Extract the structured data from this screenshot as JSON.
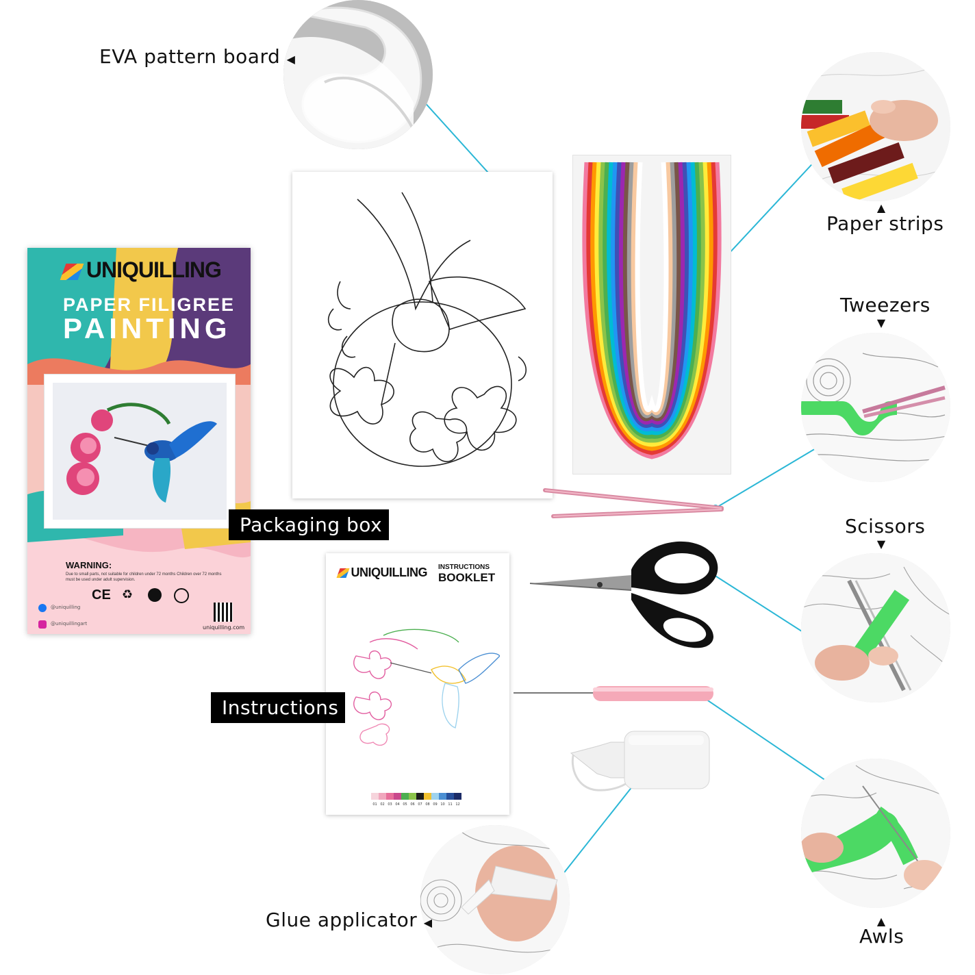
{
  "labels": {
    "eva": "EVA pattern board",
    "paper_strips": "Paper strips",
    "tweezers": "Tweezers",
    "scissors": "Scissors",
    "packaging": "Packaging box",
    "instructions": "Instructions",
    "glue": "Glue applicator",
    "awls": "Awls"
  },
  "box": {
    "brand": "UNIQUILLING",
    "title1": "PAPER FILIGREE",
    "title2": "PAINTING",
    "warning_title": "WARNING:",
    "warning_text": "Due to small parts, not suitable for children under 72 months Children over 72 months must be used under adult supervision.",
    "cert_marks": "CE",
    "social1": "@uniquilling",
    "social2": "@uniquillingart",
    "website": "uniquilling.com"
  },
  "booklet": {
    "brand": "UNIQUILLING",
    "heading_small": "INSTRUCTIONS",
    "heading_large": "BOOKLET",
    "color_codes": [
      "01",
      "02",
      "03",
      "04",
      "05",
      "06",
      "07",
      "08",
      "09",
      "10",
      "11",
      "12"
    ],
    "swatches": [
      "#f6d4dc",
      "#f0a7bd",
      "#e76f9a",
      "#c9498c",
      "#4caf50",
      "#8bc34a",
      "#1c1c1c",
      "#f2c12e",
      "#9ed3ee",
      "#4b8fd3",
      "#274f9a",
      "#1b2b66"
    ]
  },
  "colors": {
    "connector": "#2bb7d6",
    "strip_palette": [
      "#f27aa0",
      "#e53935",
      "#ff9800",
      "#ffeb3b",
      "#8bc34a",
      "#4caf50",
      "#00bcd4",
      "#2196f3",
      "#3f51b5",
      "#9c27b0",
      "#795548",
      "#9e9e9e",
      "#f8c9a0",
      "#ffffff"
    ]
  },
  "icons": [
    "arrow-left-icon",
    "arrow-up-icon",
    "arrow-down-icon",
    "facebook-icon",
    "instagram-icon",
    "qr-code-icon",
    "recycle-icon"
  ]
}
